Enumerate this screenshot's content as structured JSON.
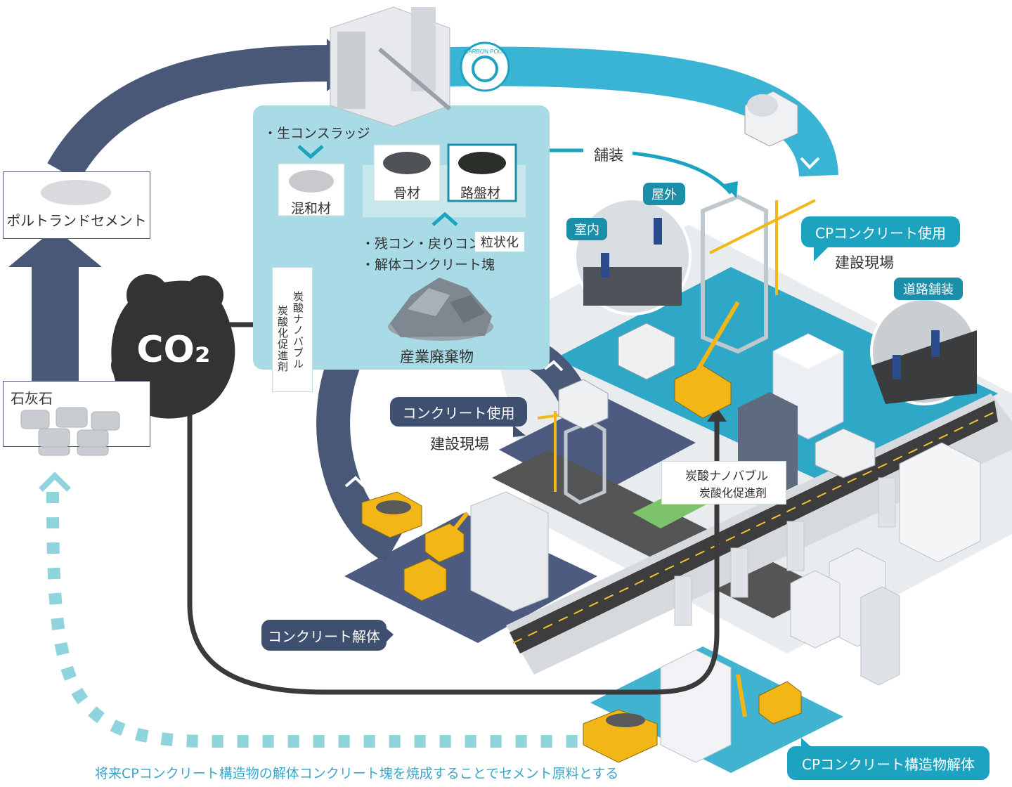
{
  "labels": {
    "portland_cement": "ポルトランドセメント",
    "limestone": "石灰石",
    "co2": "CO₂",
    "sludge": "・生コンスラッジ",
    "admixture": "混和材",
    "aggregate": "骨材",
    "roadbed": "路盤材",
    "residual_concrete": "・残コン・戻りコン",
    "granulate": "粒状化",
    "demolition_lump": "・解体コンクリート塊",
    "industrial_waste": "産業廃棄物",
    "nanobubble_vertical_1": "炭酸ナノバブル",
    "nanobubble_vertical_2": "炭酸化促進剤",
    "paving": "舗装",
    "outdoor": "屋外",
    "indoor": "室内",
    "cp_concrete_use": "CPコンクリート使用",
    "cp_site": "建設現場",
    "road_paving": "道路舗装",
    "concrete_use": "コンクリート使用",
    "concrete_site": "建設現場",
    "nanobubble_label_1": "炭酸ナノバブル",
    "nanobubble_label_2": "炭酸化促進剤",
    "concrete_demolition": "コンクリート解体",
    "cp_structure_demolition": "CPコンクリート構造物解体",
    "future_note": "将来CPコンクリート構造物の解体コンクリート塊を焼成することでセメント原料とする",
    "logo_text": "CARBON POOL"
  },
  "colors": {
    "navy": "#4a5878",
    "dark_pill": "#3f4f70",
    "teal": "#1ba3bf",
    "light_panel": "#a8dbe6",
    "dashed_arrow": "#8fd4dc",
    "co2_blob": "#333333",
    "road": "#4a4a4a",
    "land_teal": "#2ea8c6",
    "land_navy": "#4d5b80"
  },
  "icons": [
    "factory-icon",
    "carbon-pool-logo",
    "mixer-truck-icon",
    "crane-icon",
    "excavator-icon",
    "dump-truck-icon",
    "bulldozer-icon",
    "worker-icon",
    "rock-pile-icon",
    "bubbles-icon"
  ]
}
